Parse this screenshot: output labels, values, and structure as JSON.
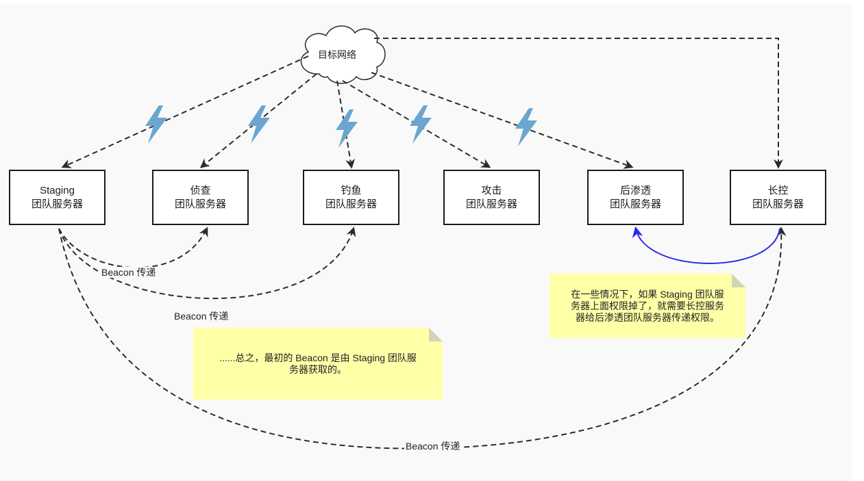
{
  "cloud": {
    "label": "目标网络"
  },
  "servers": [
    {
      "id": "staging",
      "line1": "Staging",
      "line2": "团队服务器"
    },
    {
      "id": "recon",
      "line1": "侦查",
      "line2": "团队服务器"
    },
    {
      "id": "phishing",
      "line1": "钓鱼",
      "line2": "团队服务器"
    },
    {
      "id": "attack",
      "line1": "攻击",
      "line2": "团队服务器"
    },
    {
      "id": "postex",
      "line1": "后渗透",
      "line2": "团队服务器"
    },
    {
      "id": "longhaul",
      "line1": "长控",
      "line2": "团队服务器"
    }
  ],
  "beacon_labels": [
    "Beacon 传递",
    "Beacon 传递",
    "Beacon 传递"
  ],
  "notes": {
    "left": {
      "line1": "......总之，最初的 Beacon 是由 Staging 团队服",
      "line2": "务器获取的。"
    },
    "right": {
      "line1": "在一些情况下，如果 Staging 团队服",
      "line2": "务器上面权限掉了，就需要长控服务",
      "line3": "器给后渗透团队服务器传递权限。"
    }
  },
  "colors": {
    "lightning": "#6aa6cf",
    "blue_arrow": "#2a2ae8",
    "note_bg": "#ffffa8",
    "line": "#2b2b2b",
    "background": "#f9f9f9"
  },
  "icons": [
    "cloud-icon",
    "lightning-icon"
  ]
}
